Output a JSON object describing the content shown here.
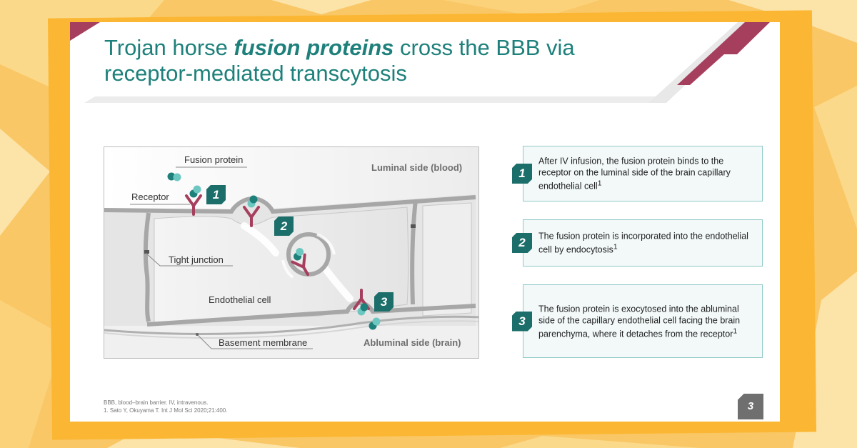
{
  "title": {
    "part1": "Trojan horse ",
    "emphasis": "fusion proteins",
    "part2": " cross the BBB via receptor-mediated transcytosis"
  },
  "colors": {
    "teal": "#1d807a",
    "badge": "#1c6e6a",
    "receptor": "#a63f5e",
    "frame": "#fbb733",
    "card_border": "#8fc9c6"
  },
  "diagram": {
    "labels": {
      "fusion_protein": "Fusion protein",
      "receptor": "Receptor",
      "tight_junction": "Tight junction",
      "endothelial_cell": "Endothelial cell",
      "basement_membrane": "Basement membrane",
      "luminal_side": "Luminal side (blood)",
      "abluminal_side": "Abluminal side (brain)"
    },
    "badges": [
      "1",
      "2",
      "3"
    ]
  },
  "steps": [
    {
      "num": "1",
      "text": "After IV infusion, the fusion protein binds to the receptor on the luminal side of the brain capillary endothelial cell",
      "ref": "1"
    },
    {
      "num": "2",
      "text": "The fusion protein is incorporated into the endothelial cell by endocytosis",
      "ref": "1"
    },
    {
      "num": "3",
      "text": "The fusion protein is exocytosed into the abluminal side of the capillary endothelial cell facing the brain parenchyma, where it detaches from the receptor",
      "ref": "1"
    }
  ],
  "footnotes": {
    "abbrev": "BBB, blood–brain barrier. IV, intravenous.",
    "ref1": "1. Sato Y, Okuyama T. Int J Mol Sci 2020;21:400."
  },
  "page_number": "3"
}
